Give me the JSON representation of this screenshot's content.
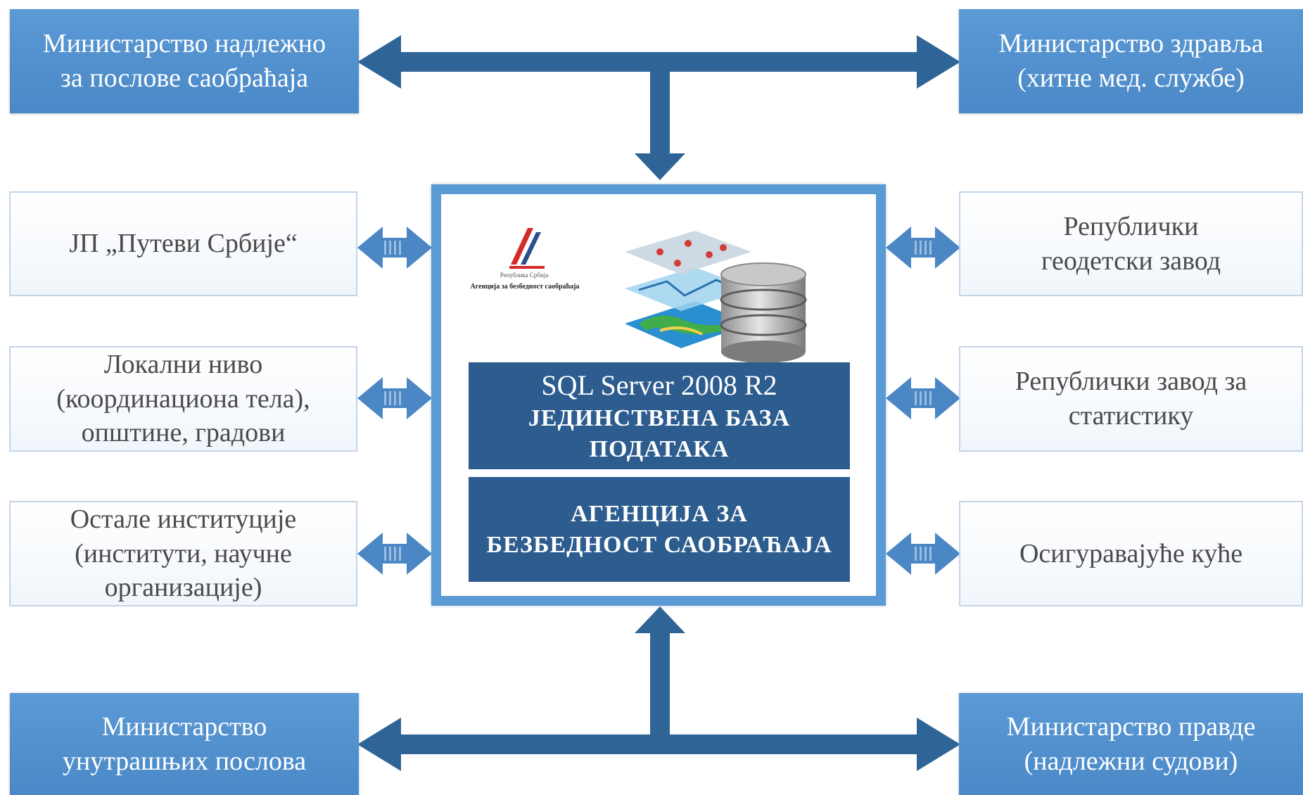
{
  "nodes": {
    "top_left": [
      "Министарство надлежно",
      "за послове саобраћаја"
    ],
    "top_right": [
      "Министарство здравља",
      "(хитне мед. службе)"
    ],
    "left_1": [
      "ЈП „Путеви Србије“"
    ],
    "left_2": [
      "Локални ниво",
      "(координациона тела),",
      "општине, градови"
    ],
    "left_3": [
      "Остале институције",
      "(институти, научне",
      "организације)"
    ],
    "right_1": [
      "Републички",
      "геодетски завод"
    ],
    "right_2": [
      "Републички завод за",
      "статистику"
    ],
    "right_3": [
      "Осигуравајуће куће"
    ],
    "bottom_left": [
      "Министарство",
      "унутрашњих послова"
    ],
    "bottom_right": [
      "Министарство правде",
      "(надлежни судови)"
    ]
  },
  "center": {
    "database_panel": [
      "SQL Server 2008 R2",
      "ЈЕДИНСТВЕНА БАЗА",
      "ПОДАТАКА"
    ],
    "agency_panel": [
      "АГЕНЦИЈА ЗА",
      "БЕЗБЕДНОСТ САОБРАЋАЈА"
    ],
    "logo_caption": [
      "Република Србија",
      "Агенција за безбедност саобраћаја"
    ]
  },
  "colors": {
    "dark_box": "#5b9ad5",
    "light_box_border": "#c3d4e8",
    "panel": "#2d5c8f",
    "arrow": "#2f6497",
    "small_arrow": "#4a87c4",
    "logo_red": "#d42a2a",
    "logo_blue": "#2b4f8c"
  },
  "icons": [
    "agency-logo-icon",
    "map-layers-icon",
    "database-icon"
  ]
}
